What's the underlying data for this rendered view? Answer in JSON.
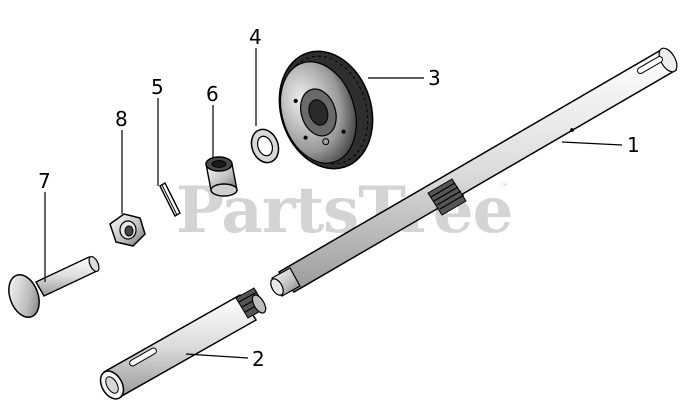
{
  "watermark": {
    "text": "PartsTree",
    "trademark": "™"
  },
  "callouts": {
    "c1": "1",
    "c2": "2",
    "c3": "3",
    "c4": "4",
    "c5": "5",
    "c6": "6",
    "c7": "7",
    "c8": "8"
  }
}
